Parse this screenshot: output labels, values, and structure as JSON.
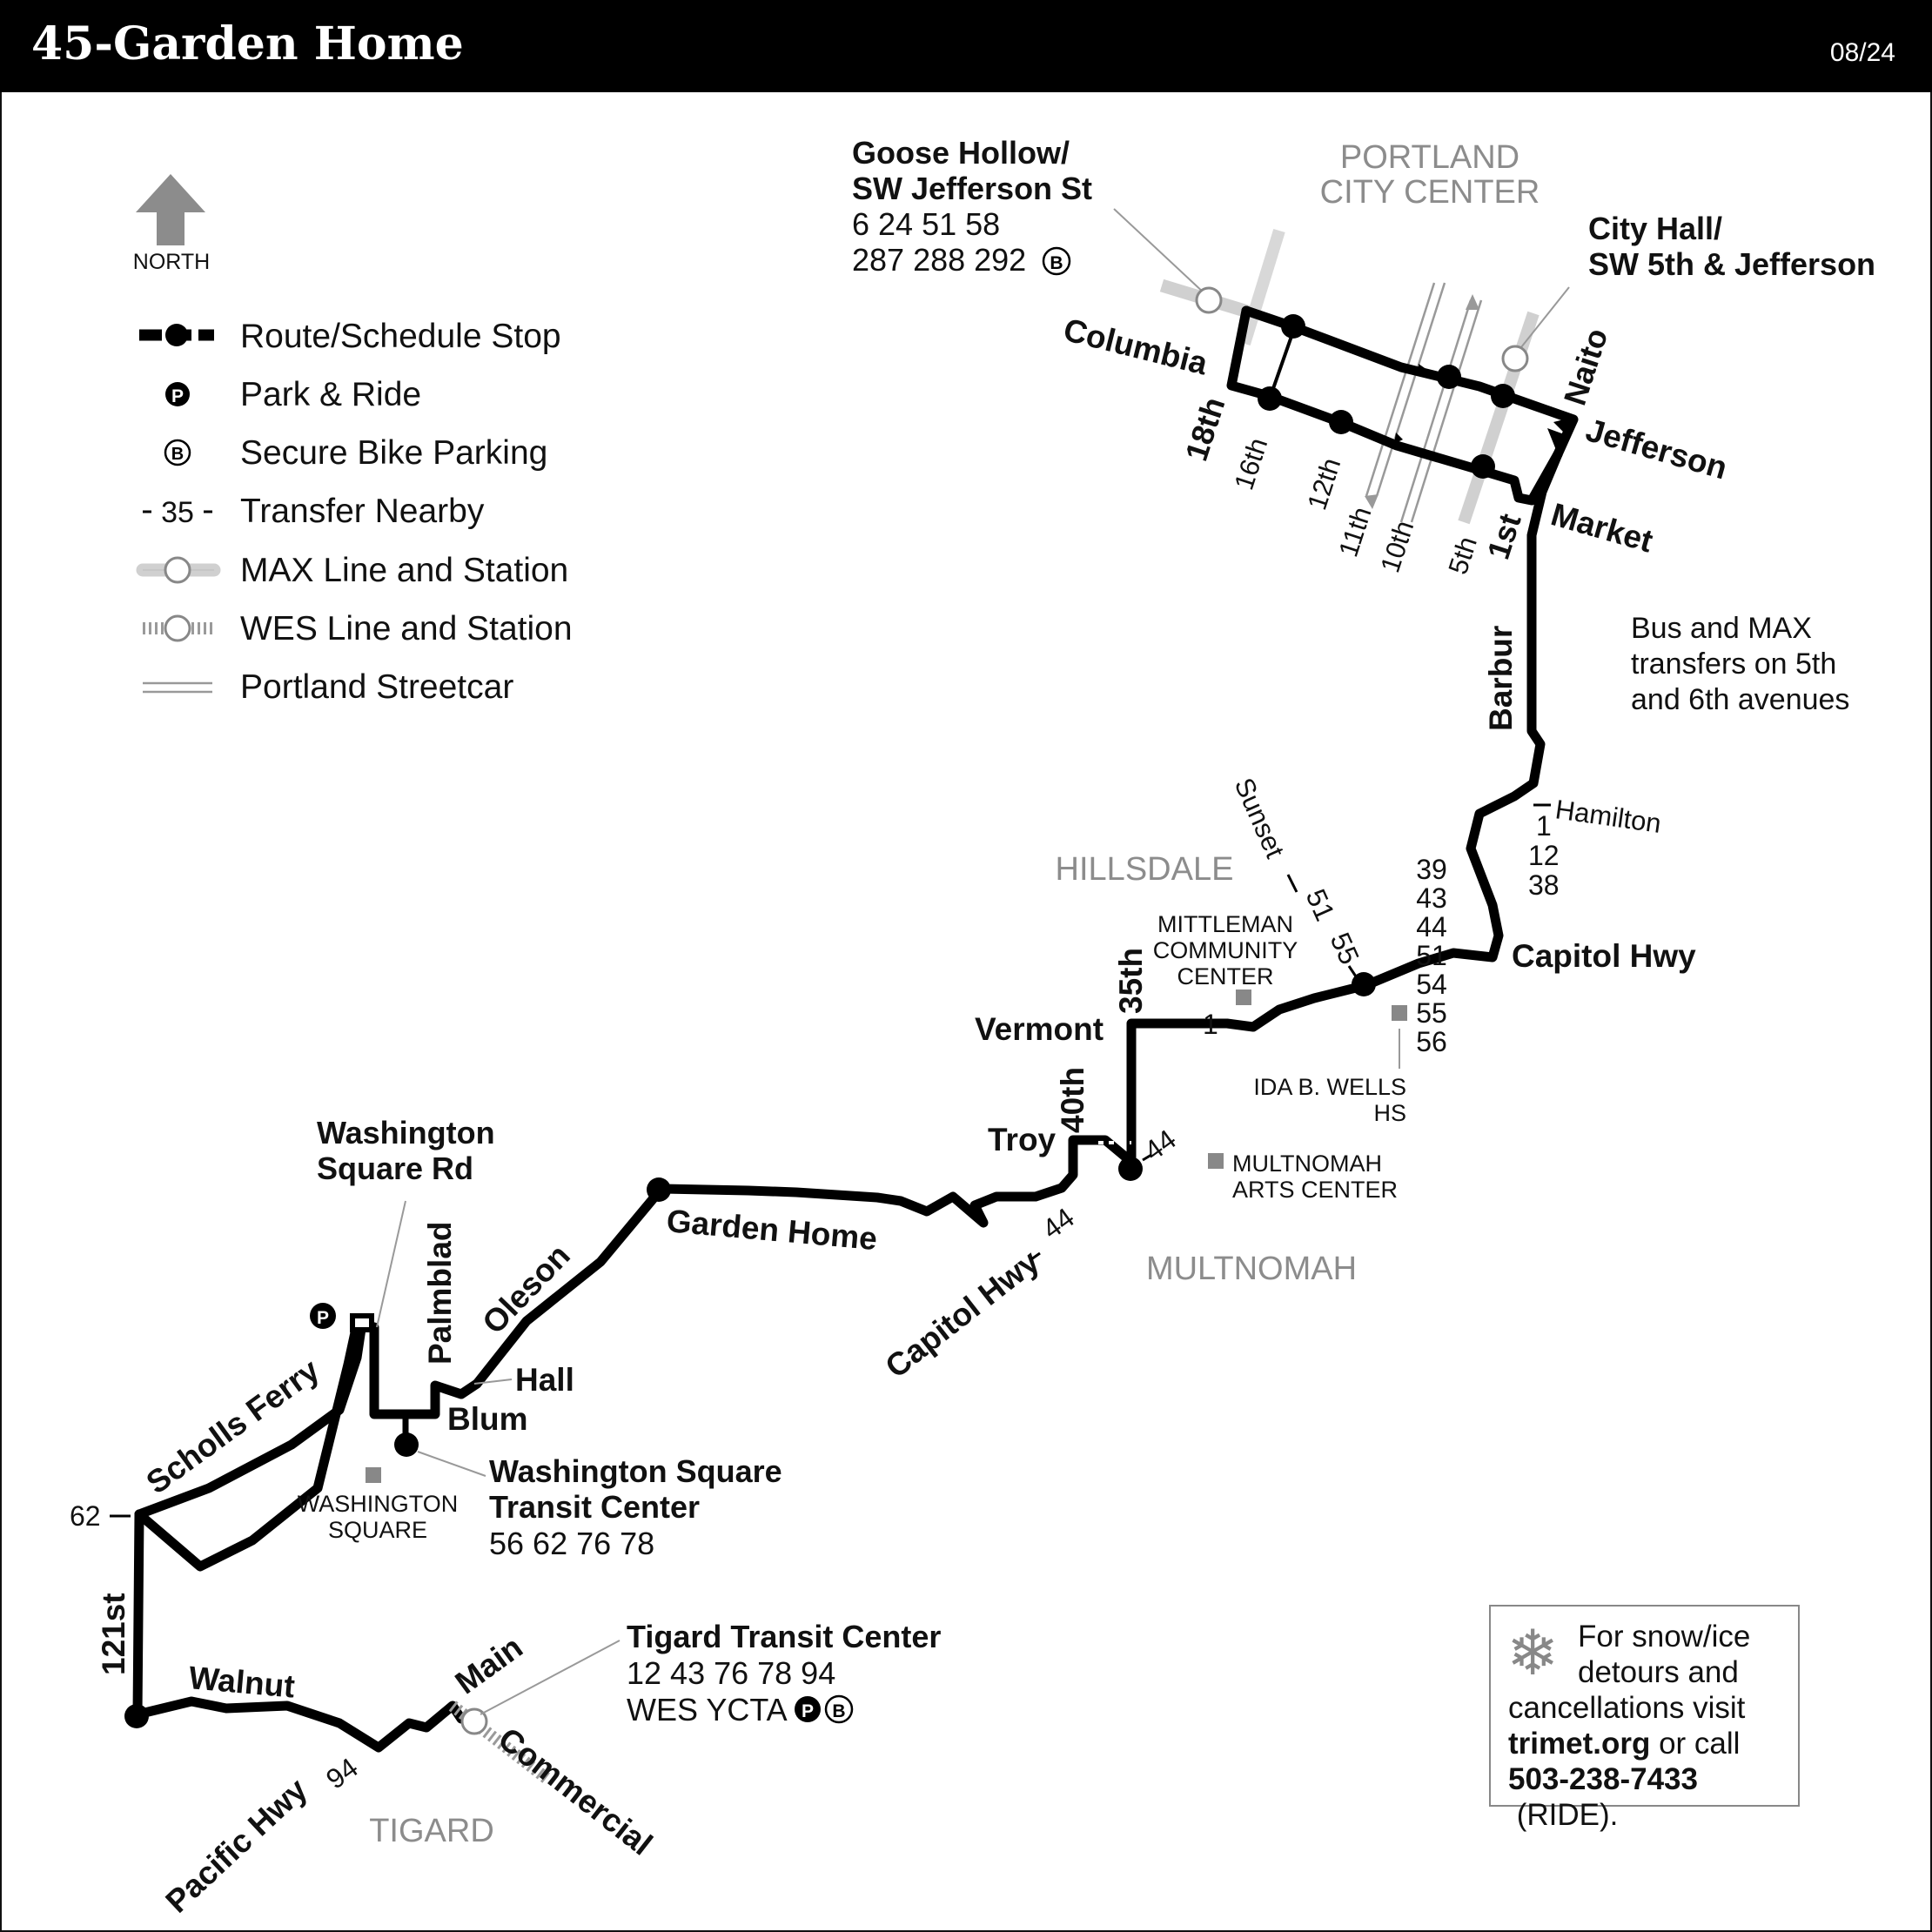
{
  "header": {
    "title": "45-Garden Home",
    "date_code": "08/24"
  },
  "legend": {
    "north_label": "NORTH",
    "items": [
      {
        "icon": "route-stop-icon",
        "label": "Route/Schedule Stop"
      },
      {
        "icon": "park-ride-icon",
        "label": "Park & Ride"
      },
      {
        "icon": "bike-parking-icon",
        "label": "Secure Bike Parking"
      },
      {
        "icon": "transfer-icon",
        "icon_text": "35",
        "label": "Transfer Nearby"
      },
      {
        "icon": "max-line-icon",
        "label": "MAX Line and Station"
      },
      {
        "icon": "wes-line-icon",
        "label": "WES Line and Station"
      },
      {
        "icon": "streetcar-icon",
        "label": "Portland Streetcar"
      }
    ]
  },
  "areas": {
    "portland_1": "PORTLAND",
    "portland_2": "CITY CENTER",
    "hillsdale": "HILLSDALE",
    "multnomah": "MULTNOMAH",
    "tigard": "TIGARD"
  },
  "stops": {
    "goose_hollow": {
      "name_1": "Goose Hollow/",
      "name_2": "SW Jefferson St",
      "lines_1": "6 24 51 58",
      "lines_2": "287 288 292"
    },
    "city_hall": {
      "name_1": "City Hall/",
      "name_2": "SW 5th & Jefferson"
    },
    "wash_sq_rd": {
      "name_1": "Washington",
      "name_2": "Square Rd"
    },
    "wash_sq_tc": {
      "name_1": "Washington Square",
      "name_2": "Transit Center",
      "lines": "56 62 76 78"
    },
    "tigard_tc": {
      "name": "Tigard Transit Center",
      "lines_1": "12 43 76 78 94",
      "lines_2": "WES YCTA"
    }
  },
  "streets": {
    "columbia": "Columbia",
    "jefferson": "Jefferson",
    "market": "Market",
    "naito": "Naito",
    "s18th": "18th",
    "s16th": "16th",
    "s12th": "12th",
    "s11th": "11th",
    "s10th": "10th",
    "s5th": "5th",
    "s1st": "1st",
    "barbur": "Barbur",
    "hamilton": "Hamilton",
    "capitol_hwy": "Capitol Hwy",
    "sunset": "Sunset",
    "vermont": "Vermont",
    "s35th": "35th",
    "s40th": "40th",
    "troy": "Troy",
    "capitol_hwy_2": "Capitol Hwy",
    "garden_home": "Garden Home",
    "oleson": "Oleson",
    "hall": "Hall",
    "palmblad": "Palmblad",
    "blum": "Blum",
    "scholls_ferry": "Scholls Ferry",
    "s121st": "121st",
    "walnut": "Walnut",
    "main": "Main",
    "commercial": "Commercial",
    "pacific_hwy": "Pacific Hwy"
  },
  "transfers": {
    "hamilton_1": "1",
    "hamilton_2": "12",
    "hamilton_3": "38",
    "capitol_list": [
      "39",
      "43",
      "44",
      "51",
      "54",
      "55",
      "56"
    ],
    "sunset_1": "51",
    "sunset_2": "55",
    "vermont_1": "1",
    "multnomah_44a": "44",
    "multnomah_44b": "44",
    "t62": "62",
    "t94": "94"
  },
  "landmarks": {
    "mittleman_1": "MITTLEMAN",
    "mittleman_2": "COMMUNITY",
    "mittleman_3": "CENTER",
    "ida_1": "IDA B. WELLS",
    "ida_2": "HS",
    "multnomah_arts_1": "MULTNOMAH",
    "multnomah_arts_2": "ARTS CENTER",
    "wash_square_1": "WASHINGTON",
    "wash_square_2": "SQUARE"
  },
  "notes": {
    "bus_max_1": "Bus and MAX",
    "bus_max_2": "transfers on 5th",
    "bus_max_3": "and 6th avenues"
  },
  "info_box": {
    "line1": "For snow/ice",
    "line2": "detours and",
    "line3": "cancellations visit",
    "site": "trimet.org",
    "line4_rest": " or call",
    "phone": "503-238-7433",
    "phone_suffix": " (RIDE)."
  },
  "colors": {
    "route": "#000000",
    "max": "#d0d0d0",
    "gray_text": "#8c8c8c",
    "streetcar": "#999999"
  }
}
